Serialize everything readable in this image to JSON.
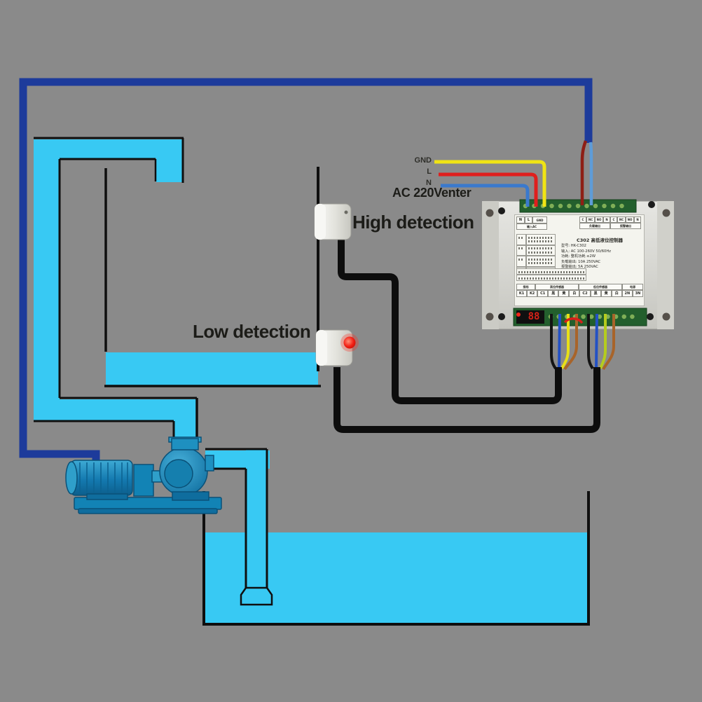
{
  "scene": {
    "labels": {
      "gnd": "GND",
      "line": "L",
      "neutral": "N",
      "ac_power": "AC 220Venter",
      "high_detection": "High detection",
      "low_detection": "Low detection"
    }
  },
  "controller": {
    "display": "88",
    "label": {
      "input_terms": [
        "N",
        "L",
        "GND"
      ],
      "input_caption": "输入AC",
      "relay_terms": [
        "C",
        "NC",
        "NO",
        "N",
        "C",
        "NC",
        "NO",
        "N"
      ],
      "relay_captions": [
        "负载输出",
        "报警输出"
      ],
      "title": "C302 高低液位控制器",
      "specs": [
        "型号: HK-C302",
        "输入: AC 100-260V 50/60Hz",
        "功耗: 整机功耗 ≤2W",
        "负载输出: 10A 250VAC",
        "报警输出: 5A 250VAC"
      ],
      "bottom_headers": [
        "接线",
        "高位传感器",
        "低位传感器",
        "电源"
      ],
      "bottom_cells": [
        "K1",
        "K2",
        "C1",
        "黑",
        "黄",
        "白",
        "C2",
        "黑",
        "黄",
        "白",
        "2N",
        "3N"
      ]
    }
  },
  "colors": {
    "background": "#8a8a8a",
    "water": "#38c9f3",
    "power_line": "#1d3b9b",
    "wire_ground": "#f0e414",
    "wire_live": "#df1f1d",
    "wire_neutral": "#3a79cd",
    "wire_pump_live": "#8e1f15",
    "wire_pump_neutral": "#5e9cd8",
    "cable": "#0d0d0d",
    "pcb_green": "#235f2d",
    "led_red": "#f3261a"
  }
}
